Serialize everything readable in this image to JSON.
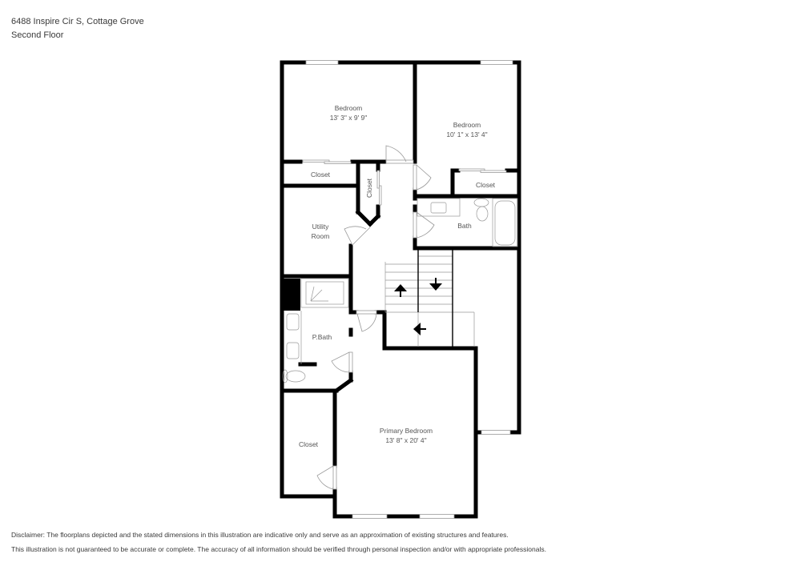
{
  "header": {
    "address": "6488 Inspire Cir S, Cottage Grove",
    "floor": "Second Floor"
  },
  "rooms": {
    "bedroom1": {
      "name": "Bedroom",
      "dims": "13' 3\" x 9' 9\""
    },
    "bedroom2": {
      "name": "Bedroom",
      "dims": "10' 1\" x 13' 4\""
    },
    "closet1": {
      "name": "Closet"
    },
    "closet2": {
      "name": "Closet"
    },
    "closet_hall": {
      "name": "Closet"
    },
    "utility": {
      "name": "Utility",
      "name2": "Room"
    },
    "bath": {
      "name": "Bath"
    },
    "pbath": {
      "name": "P.Bath"
    },
    "primary": {
      "name": "Primary Bedroom",
      "dims": "13' 8\" x 20' 4\""
    },
    "closet_primary": {
      "name": "Closet"
    }
  },
  "disclaimer": {
    "line1": "Disclaimer: The floorplans depicted and the stated dimensions in this illustration are indicative only and serve as an approximation of existing structures and features.",
    "line2": "This illustration is not guaranteed to be accurate or complete. The accuracy of all information should be verified through personal inspection and/or with appropriate professionals."
  },
  "colors": {
    "wall": "#000000",
    "thin": "#aaaaaa",
    "text": "#555555"
  }
}
